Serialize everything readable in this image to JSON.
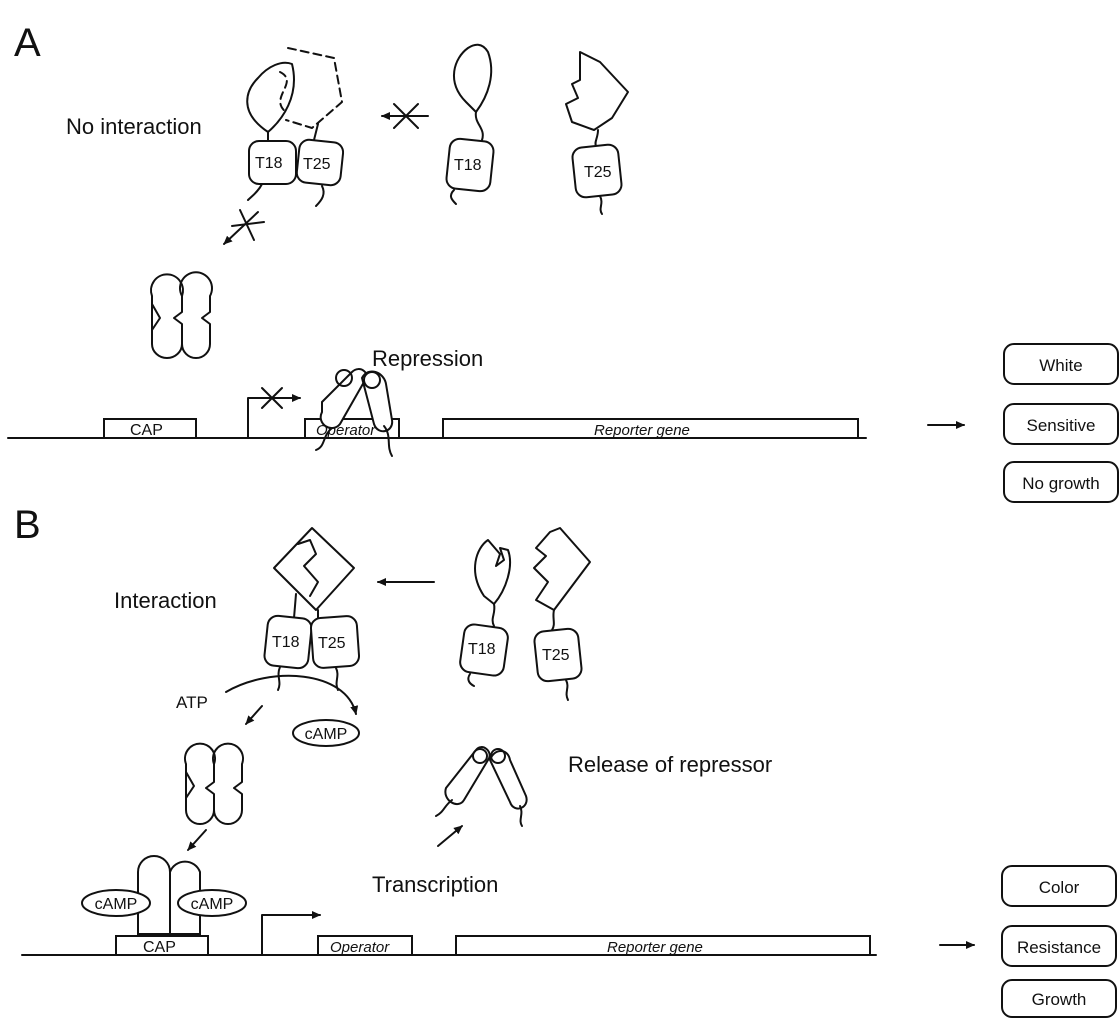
{
  "panel_a": {
    "letter": "A",
    "state_label": "No interaction",
    "repression_label": "Repression",
    "domain_t18": "T18",
    "domain_t25": "T25",
    "cap_label": "CAP",
    "operator_label": "Operator",
    "reporter_label": "Reporter gene",
    "phenotypes": [
      "White",
      "Sensitive",
      "No growth"
    ]
  },
  "panel_b": {
    "letter": "B",
    "state_label": "Interaction",
    "domain_t18": "T18",
    "domain_t25": "T25",
    "atp_label": "ATP",
    "camp_label": "cAMP",
    "release_label": "Release of repressor",
    "transcription_label": "Transcription",
    "cap_label": "CAP",
    "operator_label": "Operator",
    "reporter_label": "Reporter gene",
    "phenotypes": [
      "Color",
      "Resistance",
      "Growth"
    ]
  }
}
